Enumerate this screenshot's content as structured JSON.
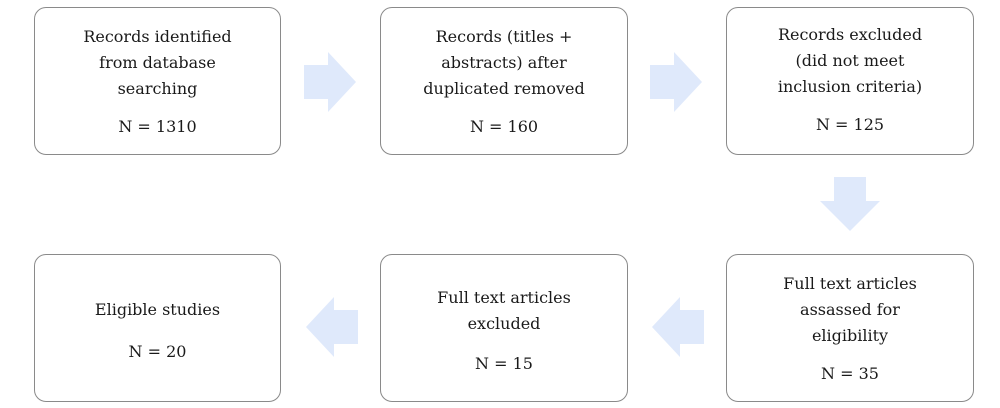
{
  "colors": {
    "box_border": "#8a8a8a",
    "arrow_fill": "#dfe9fb",
    "text": "#1a1a1a"
  },
  "nodes": [
    {
      "lines": [
        "Records identified",
        "from database",
        "searching"
      ],
      "count": "N = 1310"
    },
    {
      "lines": [
        "Records (titles +",
        "abstracts) after",
        "duplicated removed"
      ],
      "count": "N = 160"
    },
    {
      "lines": [
        "Records excluded",
        "(did not meet",
        "inclusion criteria)"
      ],
      "count": "N = 125"
    },
    {
      "lines": [
        "Full text articles",
        "assassed for",
        "eligibility"
      ],
      "count": "N = 35"
    },
    {
      "lines": [
        "Full text articles",
        "excluded"
      ],
      "count": "N = 15"
    },
    {
      "lines": [
        "Eligible studies"
      ],
      "count": "N = 20"
    }
  ],
  "arrows": [
    {
      "from": 0,
      "to": 1,
      "direction": "right"
    },
    {
      "from": 1,
      "to": 2,
      "direction": "right"
    },
    {
      "from": 2,
      "to": 3,
      "direction": "down"
    },
    {
      "from": 3,
      "to": 4,
      "direction": "left"
    },
    {
      "from": 4,
      "to": 5,
      "direction": "left"
    }
  ]
}
